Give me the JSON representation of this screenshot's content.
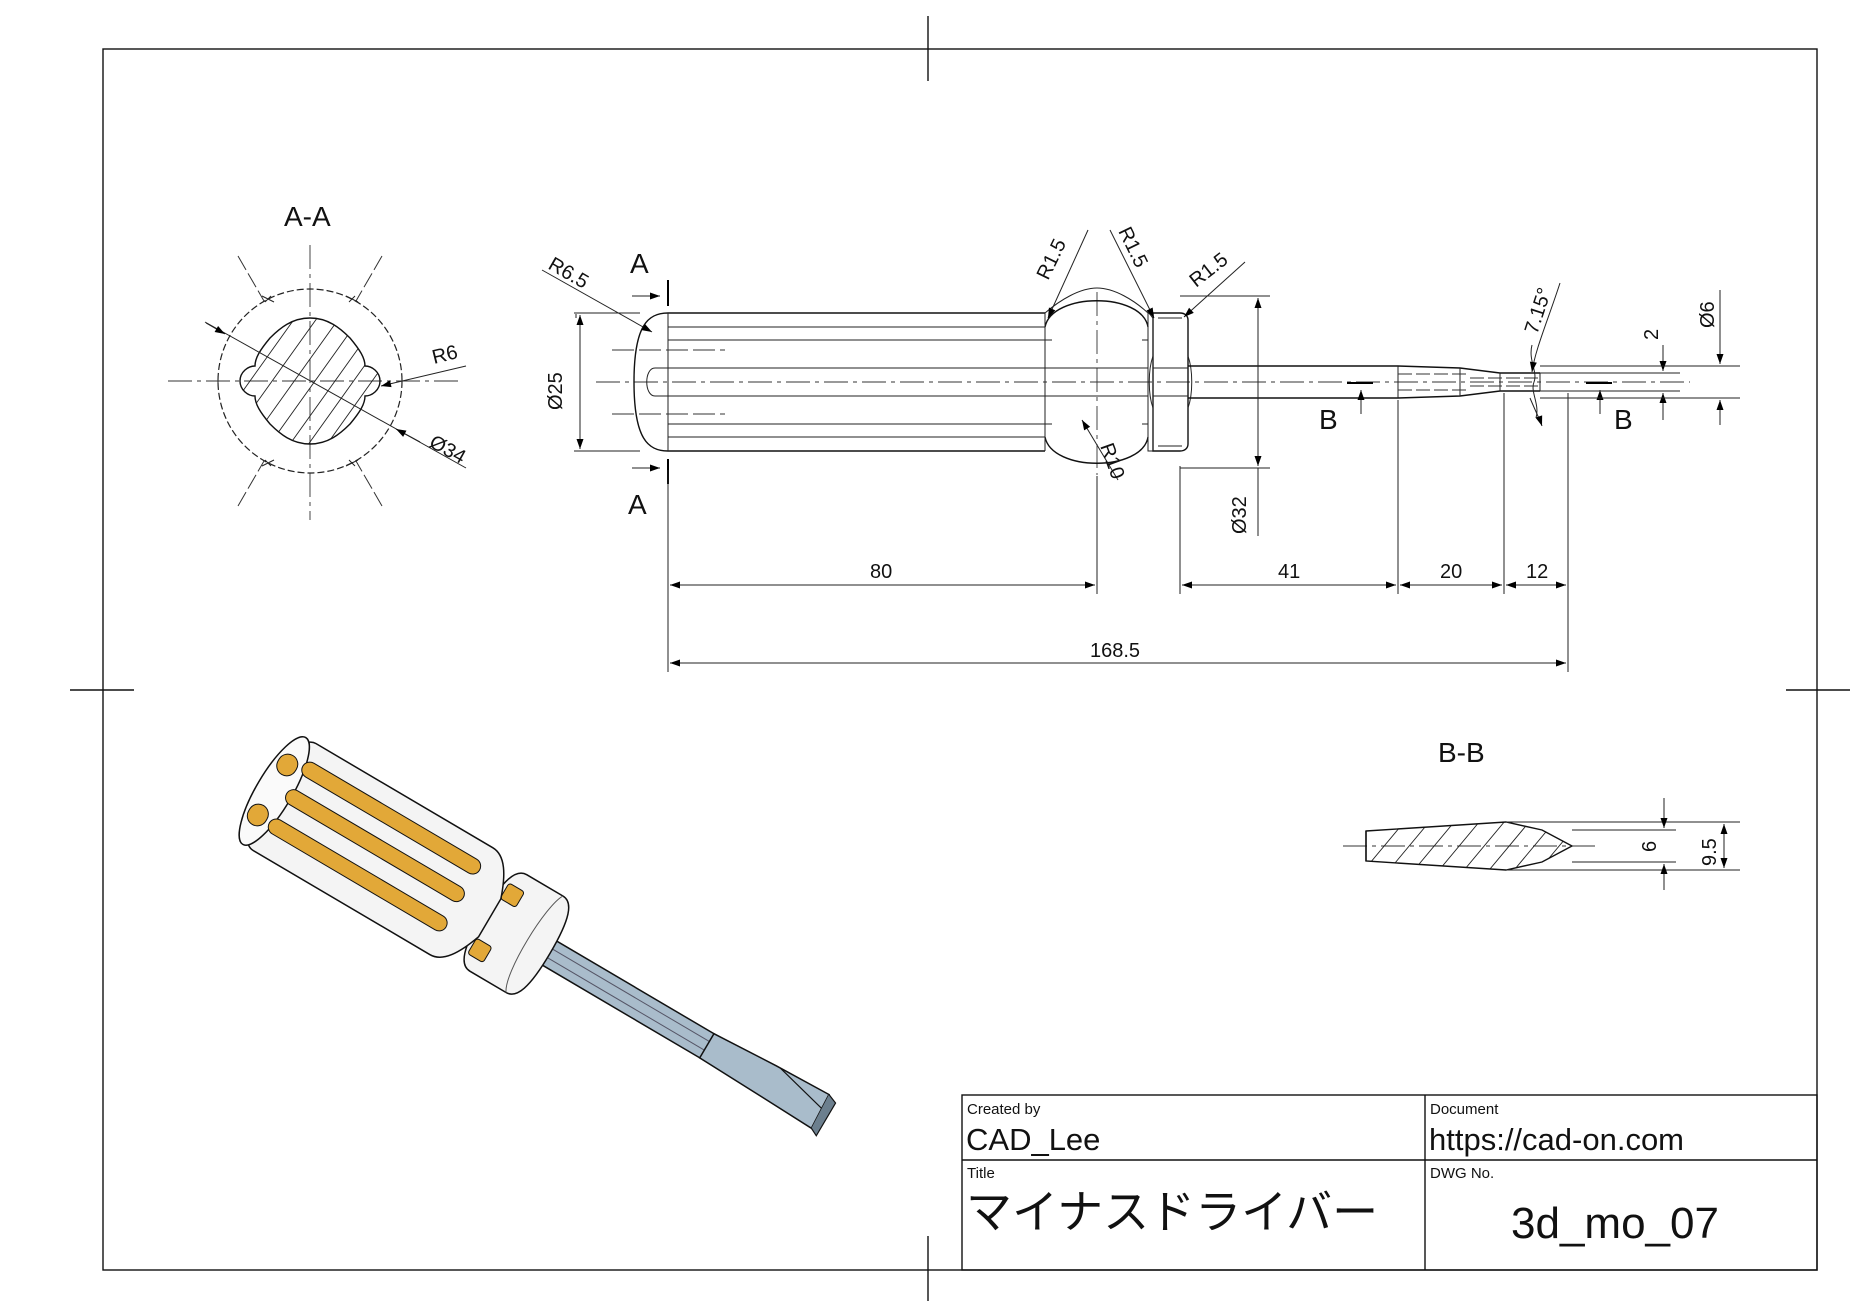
{
  "title_block": {
    "created_by_caption": "Created by",
    "created_by": "CAD_Lee",
    "document_caption": "Document",
    "document": "https://cad-on.com",
    "title_caption": "Title",
    "title": "マイナスドライバー",
    "dwg_caption": "DWG No.",
    "dwg_no": "3d_mo_07"
  },
  "views": {
    "section_aa_title": "A-A",
    "section_bb_title": "B-B",
    "cut_a": "A",
    "cut_b": "B"
  },
  "dimensions": {
    "aa_r6": "R6",
    "aa_d34": "Ø34",
    "r6_5": "R6.5",
    "d25": "Ø25",
    "r1_5_a": "R1.5",
    "r1_5_b": "R1.5",
    "r1_5_c": "R1.5",
    "r10": "R10",
    "d32": "Ø32",
    "angle": "7.15°",
    "two": "2",
    "d6": "Ø6",
    "len_80": "80",
    "len_41": "41",
    "len_20": "20",
    "len_12": "12",
    "len_total": "168.5",
    "bb_6": "6",
    "bb_9_5": "9.5"
  },
  "colors": {
    "grip": "#e2a838",
    "handle": "#f4f4f4",
    "shaft": "#a9bccb",
    "line": "#111111"
  }
}
